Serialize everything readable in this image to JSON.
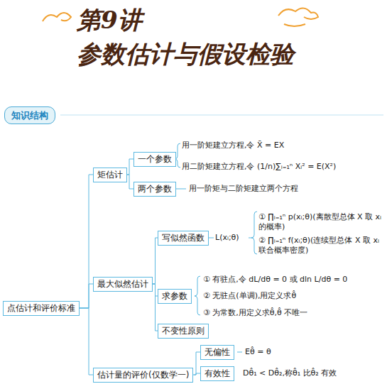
{
  "diagram": {
    "title": "第9讲 参数估计与假设检验",
    "nodes": [
      {
        "text": [
          "知识结构"
        ]
      },
      {
        "text": [
          "点估计和评价标准"
        ]
      },
      {
        "text": [
          "矩估计"
        ]
      },
      {
        "text": [
          "一个参数"
        ]
      },
      {
        "text": [
          "两个参数"
        ]
      },
      {
        "text": [
          "最大似然估计"
        ]
      },
      {
        "text": [
          "写似然函数"
        ]
      },
      {
        "text": [
          "求参数"
        ]
      },
      {
        "text": [
          "不变性原则"
        ]
      },
      {
        "text": [
          "估计量的评价(仅数学一)"
        ]
      },
      {
        "text": [
          "无偏性"
        ]
      },
      {
        "text": [
          "有效性"
        ]
      }
    ],
    "edges": [
      {
        "from": 1,
        "to": 2,
        "arrow": "none"
      },
      {
        "from": 1,
        "to": 5,
        "arrow": "none"
      },
      {
        "from": 1,
        "to": 9,
        "arrow": "none"
      },
      {
        "from": 2,
        "to": 3,
        "arrow": "none"
      },
      {
        "from": 2,
        "to": 4,
        "arrow": "none"
      },
      {
        "from": 5,
        "to": 6,
        "arrow": "none"
      },
      {
        "from": 5,
        "to": 7,
        "arrow": "none"
      },
      {
        "from": 5,
        "to": 8,
        "arrow": "none"
      },
      {
        "from": 9,
        "to": 10,
        "arrow": "none"
      },
      {
        "from": 9,
        "to": 11,
        "arrow": "none"
      }
    ],
    "labels": [
      "用一阶矩建立方程,令 X̄ = EX",
      "用二阶矩建立方程,令 (1/n)∑ᵢ₌₁ⁿ Xᵢ² = E(X²)",
      "用一阶矩与二阶矩建立两个方程",
      "L(xᵢ;θ)",
      "① ∏ᵢ₌₁ⁿ p(xᵢ;θ)(离散型总体 X 取 xᵢ 的概率)",
      "② ∏ᵢ₌₁ⁿ f(xᵢ;θ)(连续型总体 X 取 xᵢ 联合概率密度)",
      "① 有驻点,令 dL/dθ = 0 或 dln L/dθ = 0",
      "② 无驻点(单调),用定义求θ̂",
      "③ 为常数,用定义求θ̂,θ̂ 不唯一",
      "Eθ̂ = θ",
      "Dθ̂₁ < Dθ̂₂,称θ̂₁ 比θ̂₂ 有效"
    ]
  }
}
